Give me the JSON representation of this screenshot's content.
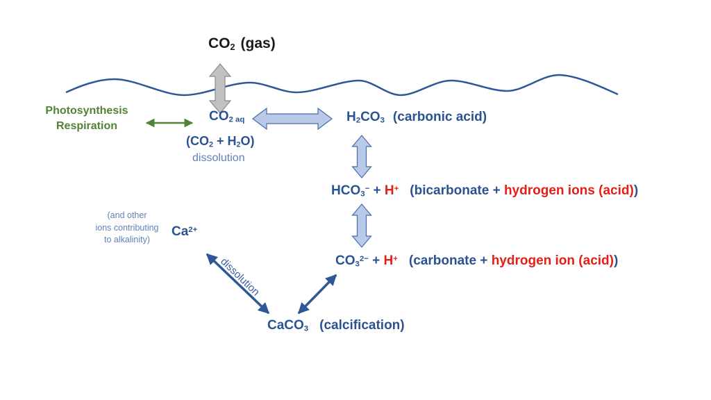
{
  "colors": {
    "text_black": "#1A1A1A",
    "formula_blue": "#2B5291",
    "note_blue": "#6180B8",
    "mid_blue": "#3E5F9E",
    "green": "#538135",
    "red": "#E32017",
    "wave_blue": "#2F5795",
    "block_arrow_fill": "#B9CAE9",
    "block_arrow_stroke": "#4A6BA6",
    "gray_arrow_fill": "#C1C1C3",
    "gray_arrow_stroke": "#8A8A8E"
  },
  "labels": {
    "co2_gas": {
      "base": "CO",
      "sub": "2",
      "rest": "(gas)"
    },
    "photosynthesis": "Photosynthesis",
    "respiration": "Respiration",
    "co2_aq": {
      "base": "CO",
      "sub": "2 aq"
    },
    "co2_h2o": {
      "p1": "(CO",
      "s1": "2",
      "p2": " + H",
      "s2": "2",
      "p3": "O)"
    },
    "dissolution_surface": "dissolution",
    "h2co3": {
      "p1": "H",
      "s1": "2",
      "p2": "CO",
      "s2": "3",
      "rest": "(carbonic acid)"
    },
    "bicarbonate": {
      "formula": "HCO",
      "sub": "3",
      "sup": "−",
      "plus": " + ",
      "ion": "H",
      "ion_sup": "+",
      "desc_open": "(bicarbonate + ",
      "desc_red": "hydrogen ions (acid)",
      "desc_close": ")"
    },
    "carbonate": {
      "formula": "CO",
      "sub": "3",
      "sup": "2−",
      "plus": " + ",
      "ion": "H",
      "ion_sup": "+",
      "desc_open": "(carbonate + ",
      "desc_red": "hydrogen ion (acid)",
      "desc_close": ")"
    },
    "alkalinity_note": {
      "line1": "(and other",
      "line2": "ions contributing",
      "line3": "to alkalinity)"
    },
    "calcium": {
      "base": "Ca",
      "sup": "2+"
    },
    "dissolution_diagonal": "dissolution",
    "caco3": {
      "p1": "CaCO",
      "s1": "3",
      "rest": "(calcification)"
    }
  }
}
